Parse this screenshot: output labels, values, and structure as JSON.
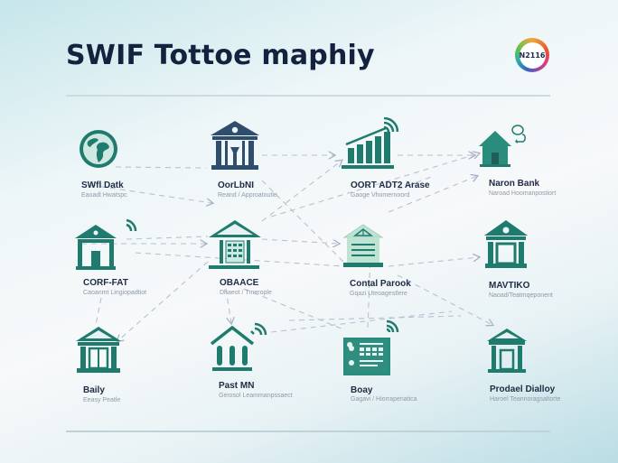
{
  "header": {
    "title": "SWIF Tottoe maphiy",
    "logo_text": "N2116"
  },
  "colors": {
    "teal": "#1f7b6e",
    "navy": "#2f4d6d",
    "mint": "#bfe3d3",
    "title": "#13233f",
    "link": "#b7bfd0"
  },
  "nodes": [
    {
      "id": "n1",
      "icon": "globe-icon",
      "name": "SWfl Datk",
      "sub": "Eaoadl Hwatspc"
    },
    {
      "id": "n2",
      "icon": "central-bank-icon",
      "name": "OorLbNI",
      "sub": "Reand / Approatoutle"
    },
    {
      "id": "n3",
      "icon": "bar-chart-signal-icon",
      "name": "OORT ADT2 Arase",
      "sub": "Gaoge Vhomernoord"
    },
    {
      "id": "n4",
      "icon": "house-chat-icon",
      "name": "Naron Bank",
      "sub": "Naroad Hoomanpostiort"
    },
    {
      "id": "n5",
      "icon": "bank-signal-icon",
      "name": "CORF-FAT",
      "sub": "Caoanmt Lingiopadtiot"
    },
    {
      "id": "n6",
      "icon": "bank-grid-icon",
      "name": "OBAACE",
      "sub": "Dhaeot / Tmerople"
    },
    {
      "id": "n7",
      "icon": "warehouse-icon",
      "name": "Contal Parook",
      "sub": "Gqazi Uteoagestlere"
    },
    {
      "id": "n8",
      "icon": "bank-icon",
      "name": "MAVTIKO",
      "sub": "Naoad/Teatmqeponent"
    },
    {
      "id": "n9",
      "icon": "bank-pillars-icon",
      "name": "Baily",
      "sub": "Eeasy Peatle"
    },
    {
      "id": "n10",
      "icon": "bank-wifi-icon",
      "name": "Past MN",
      "sub": "Gerosol Leammanpssaect"
    },
    {
      "id": "n11",
      "icon": "terminal-card-icon",
      "name": "Boay",
      "sub": "Gagavi / Hiorrapenatica"
    },
    {
      "id": "n12",
      "icon": "bank-small-icon",
      "name": "Prodael Dialloy",
      "sub": "Haroel Teannoragsaltorte"
    }
  ]
}
